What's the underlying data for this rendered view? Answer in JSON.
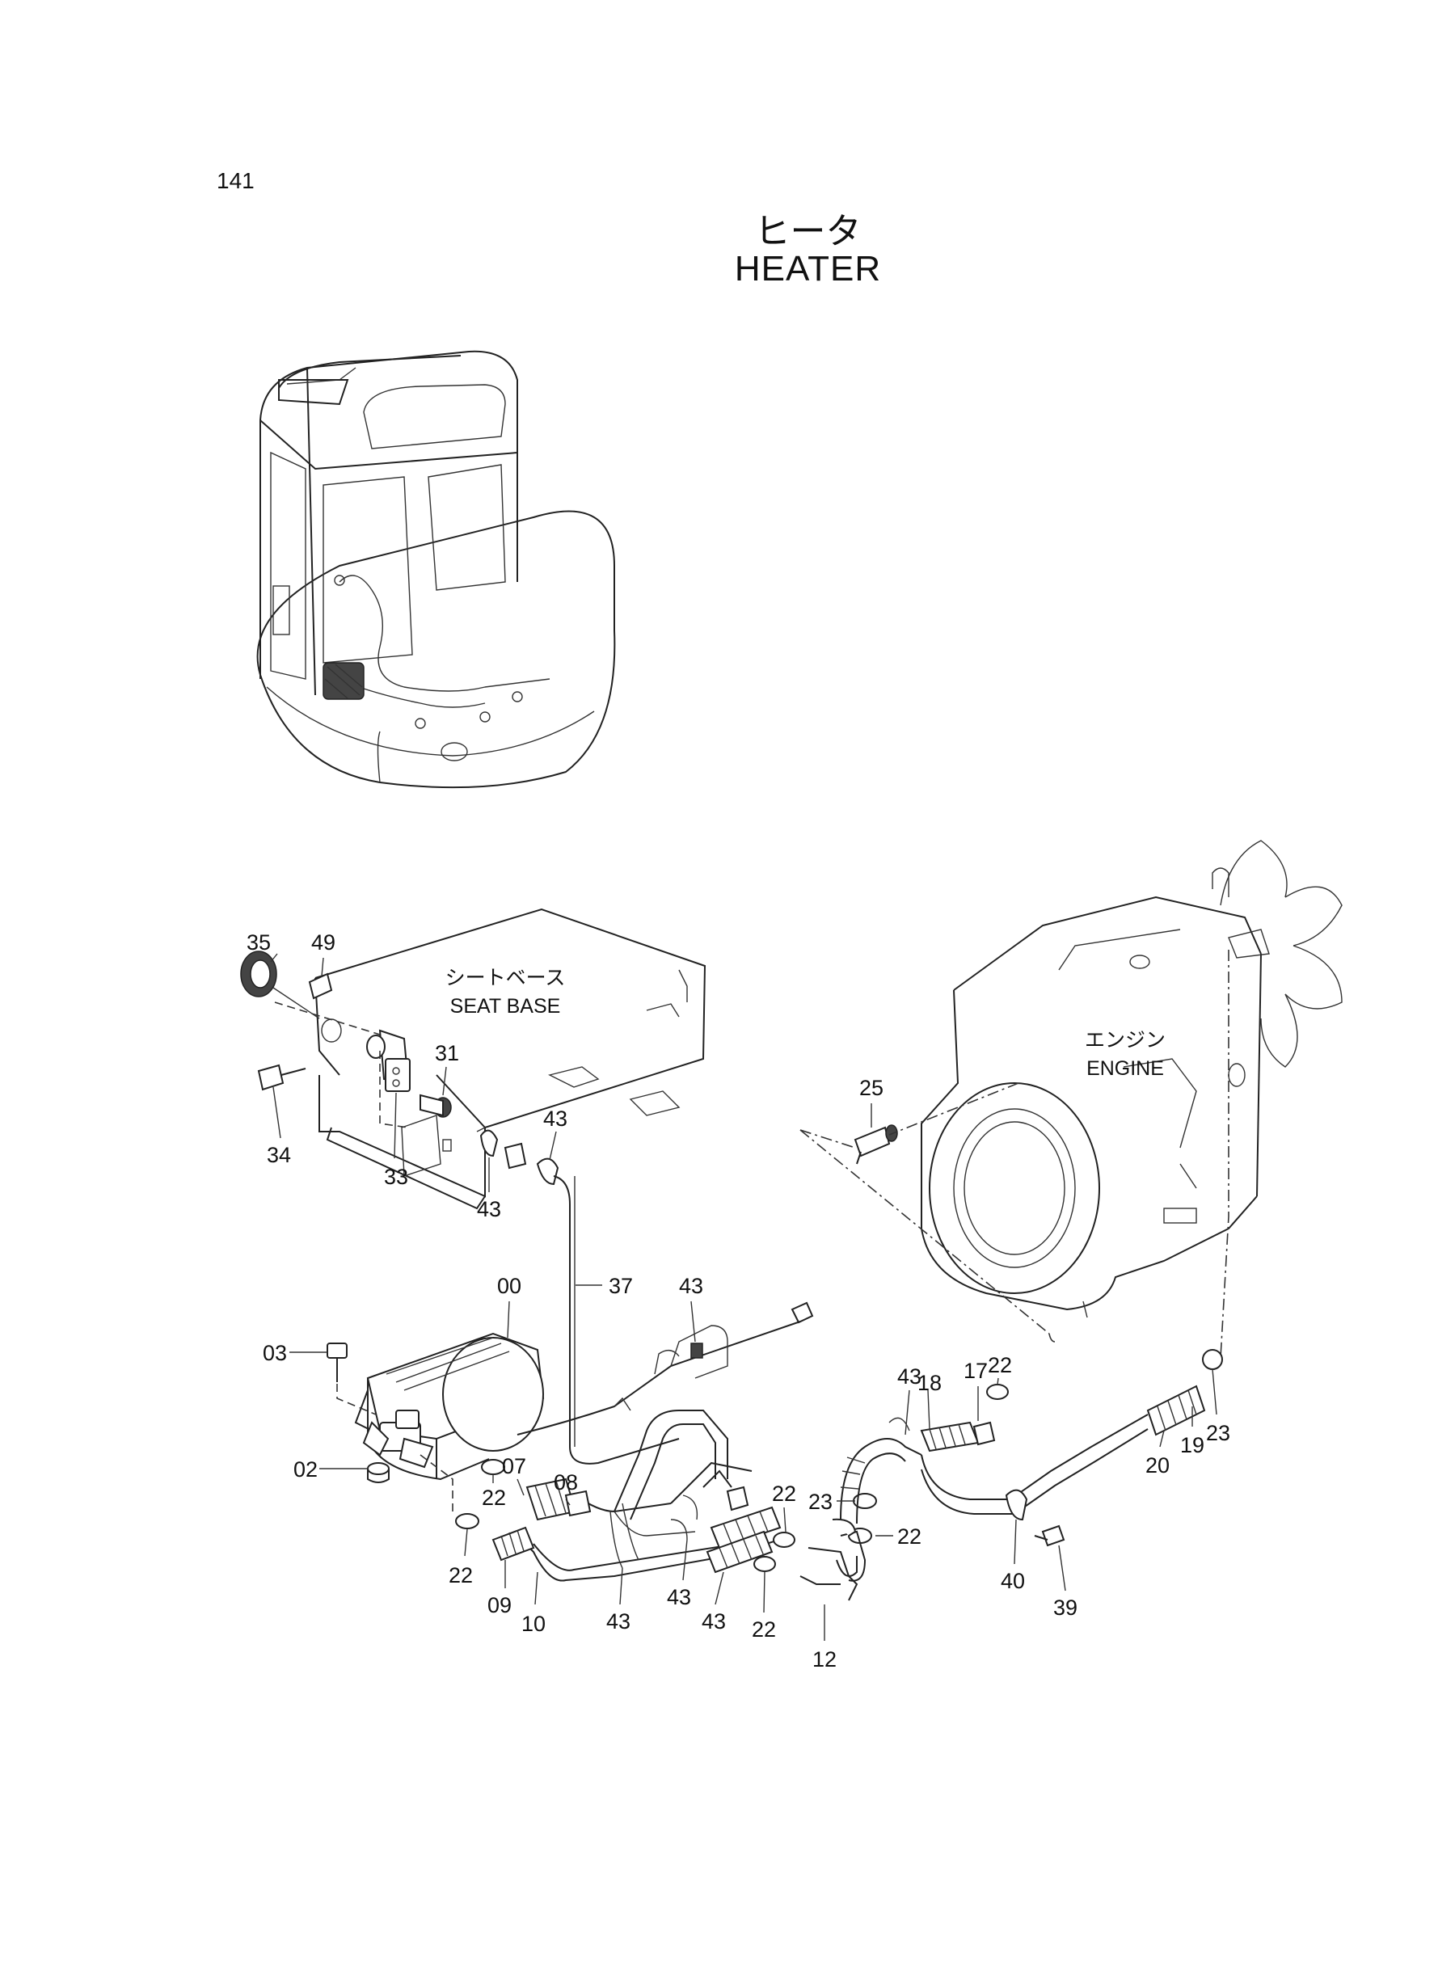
{
  "page_number": "141",
  "title": {
    "jp": "ヒータ",
    "en": "HEATER"
  },
  "areas": {
    "seat_base": {
      "jp": "シートベース",
      "en": "SEAT BASE"
    },
    "engine": {
      "jp": "エンジン",
      "en": "ENGINE"
    }
  },
  "callouts": {
    "c35": "35",
    "c49": "49",
    "c31": "31",
    "c34": "34",
    "c33": "33",
    "c43a": "43",
    "c43b": "43",
    "c25": "25",
    "c37": "37",
    "c00": "00",
    "c43c": "43",
    "c03": "03",
    "c02": "02",
    "c07": "07",
    "c08": "08",
    "c22a": "22",
    "c22b": "22",
    "c09": "09",
    "c10": "10",
    "c43d": "43",
    "c43e": "43",
    "c43f": "43",
    "c22c": "22",
    "c23a": "23",
    "c22d": "22",
    "c22e": "22",
    "c12": "12",
    "c43g": "43",
    "c18": "18",
    "c17": "17",
    "c22f": "22",
    "c40": "40",
    "c39": "39",
    "c20": "20",
    "c19": "19",
    "c23b": "23"
  }
}
